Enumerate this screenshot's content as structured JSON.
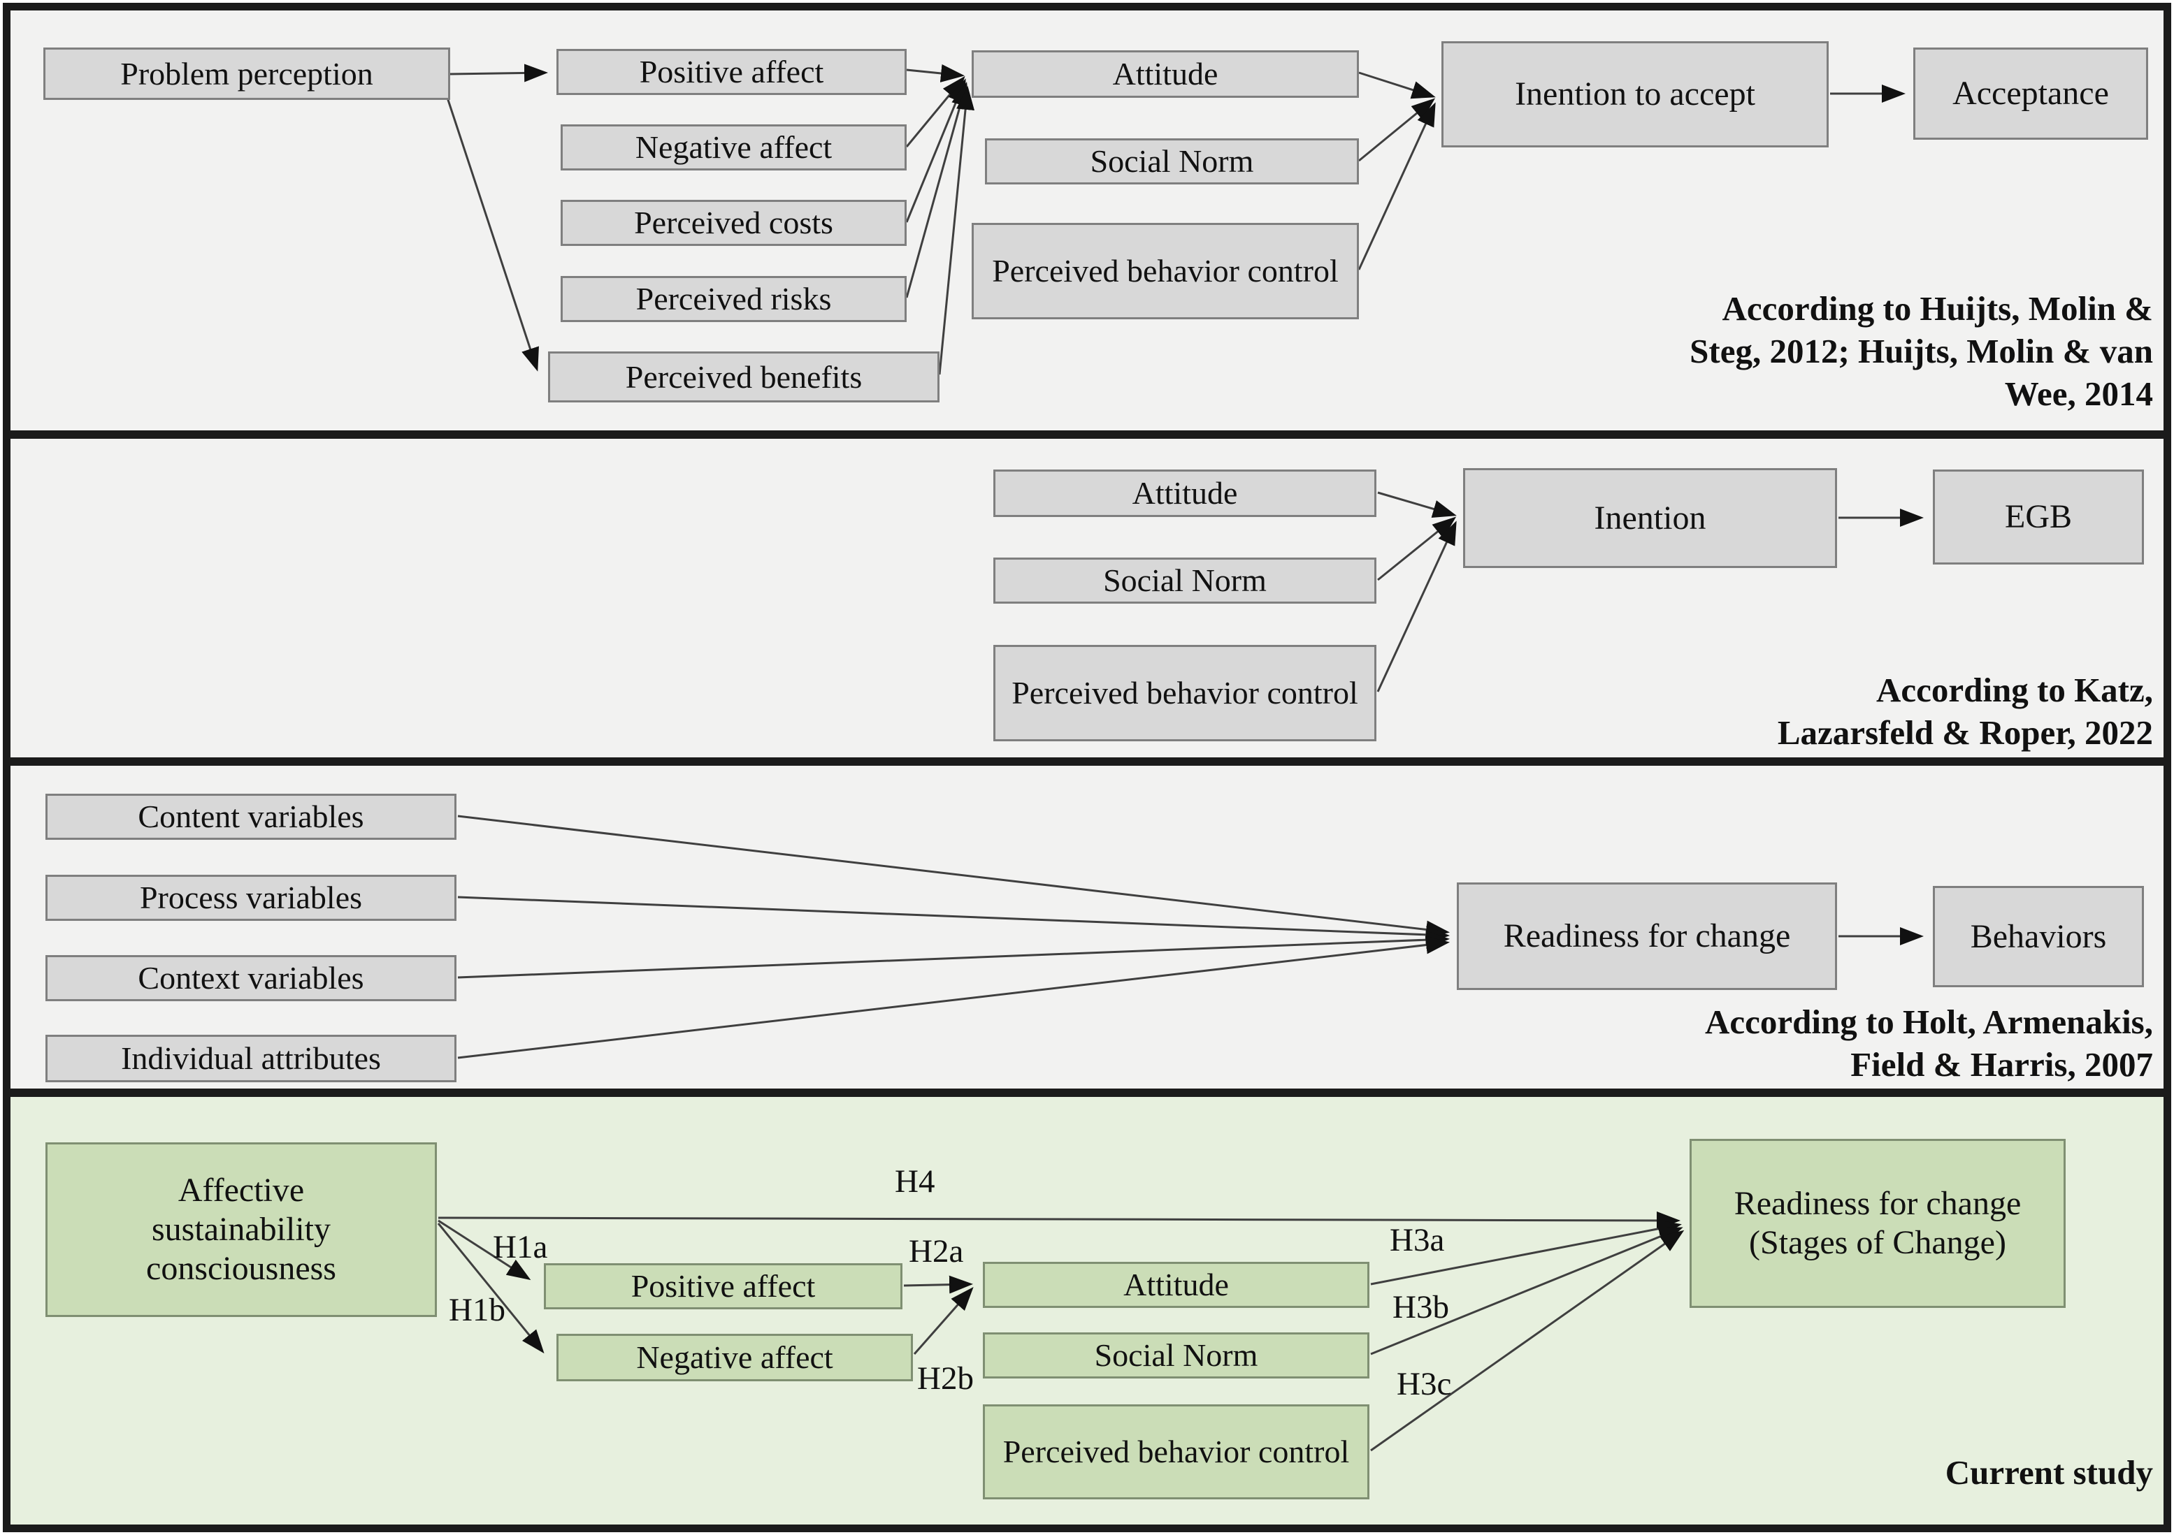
{
  "figure": {
    "colors": {
      "panel_bg_gray": "#f2f2f1",
      "panel_bg_green": "#e7f0de",
      "node_gray": "#d8d8d8",
      "node_green": "#cbddb7",
      "node_border_gray": "#7f7f7f",
      "node_border_green": "#7f8f72",
      "line": "#3f3f3f",
      "frame": "#1b1b1b"
    }
  },
  "p1": {
    "problem_perception": "Problem perception",
    "positive_affect": "Positive affect",
    "negative_affect": "Negative affect",
    "perceived_costs": "Perceived costs",
    "perceived_risks": "Perceived risks",
    "perceived_benefits": "Perceived benefits",
    "attitude": "Attitude",
    "social_norm": "Social Norm",
    "perceived_behavior_control": "Perceived behavior control",
    "intention_to_accept": "Inention to accept",
    "acceptance": "Acceptance",
    "attribution": [
      "According to Huijts, Molin &",
      "Steg, 2012; Huijts, Molin & van",
      "Wee, 2014"
    ]
  },
  "p2": {
    "attitude": "Attitude",
    "social_norm": "Social Norm",
    "perceived_behavior_control": "Perceived behavior control",
    "intention": "Inention",
    "egb": "EGB",
    "attribution": [
      "According to Katz,",
      "Lazarsfeld & Roper, 2022"
    ]
  },
  "p3": {
    "content_variables": "Content variables",
    "process_variables": "Process variables",
    "context_variables": "Context variables",
    "individual_attributes": "Individual attributes",
    "readiness_for_change": "Readiness for change",
    "behaviors": "Behaviors",
    "attribution": [
      "According to Holt, Armenakis,",
      "Field & Harris, 2007"
    ]
  },
  "p4": {
    "affective_sustainability_consciousness": "Affective sustainability consciousness",
    "positive_affect": "Positive affect",
    "negative_affect": "Negative affect",
    "attitude": "Attitude",
    "social_norm": "Social Norm",
    "perceived_behavior_control": "Perceived behavior control",
    "readiness_for_change": "Readiness for change (Stages of Change)",
    "h1a": "H1a",
    "h1b": "H1b",
    "h2a": "H2a",
    "h2b": "H2b",
    "h3a": "H3a",
    "h3b": "H3b",
    "h3c": "H3c",
    "h4": "H4",
    "attribution": "Current study"
  }
}
